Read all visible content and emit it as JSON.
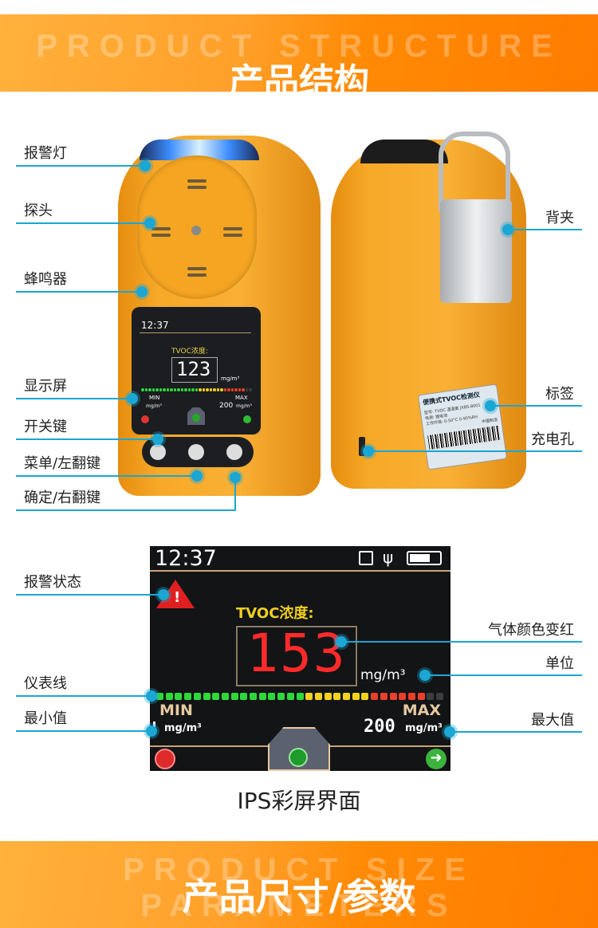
{
  "header_top": {
    "en": "PRODUCT STRUCTURE",
    "cn": "产品结构"
  },
  "left_labels": [
    "报警灯",
    "探头",
    "蜂鸣器",
    "显示屏",
    "开关键",
    "菜单/左翻键",
    "确定/右翻键"
  ],
  "right_labels": [
    "背夹",
    "标签",
    "充电孔"
  ],
  "device_screen": {
    "time": "12:37",
    "title": "TVOC浓度:",
    "value": "123",
    "unit": "mg/m³",
    "min": "MIN",
    "max": "MAX",
    "min_unit": "mg/m³",
    "max_value": "200",
    "max_unit": "mg/m³"
  },
  "sticker": {
    "title": "便携式TVOC检测仪",
    "line1": "型号: TVOC 温湿度  JXBS-8001",
    "line2": "电源: 锂电池",
    "line3": "工作环境: 0-50°C 0-95%RH",
    "made": "中国制造"
  },
  "screen_labels_left": [
    "报警状态",
    "仪表线",
    "最小值"
  ],
  "screen_labels_right": [
    "气体颜色变红",
    "单位",
    "最大值"
  ],
  "big_screen": {
    "time": "12:37",
    "title": "TVOC浓度:",
    "value": "153",
    "unit": "mg/m³",
    "min": "MIN",
    "max": "MAX",
    "min_unit": "mg/m³",
    "max_value": "200",
    "max_unit": "mg/m³"
  },
  "gauge": {
    "green": 16,
    "yellow": 7,
    "red": 6,
    "off": 2,
    "colors": {
      "green": "#2fd83a",
      "yellow": "#f2d21c",
      "red": "#e8402a",
      "off": "#3a3d40"
    }
  },
  "caption": "IPS彩屏界面",
  "header_bottom": {
    "en": "PRODUCT SIZE PARAMETERS",
    "cn": "产品尺寸/参数"
  },
  "colors": {
    "accent": "#1ba6d4",
    "band": "#ff8a05",
    "device": "#f7a928"
  }
}
